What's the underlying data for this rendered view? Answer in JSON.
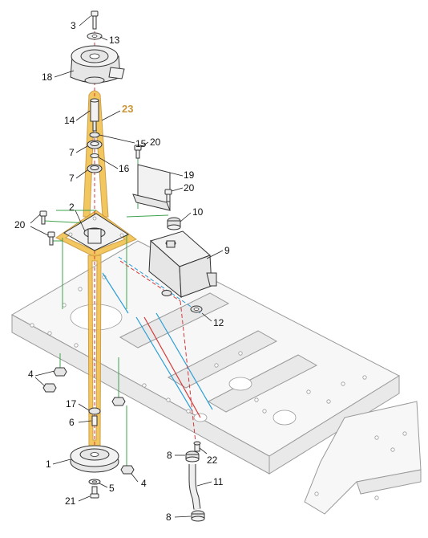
{
  "highlight_color": "#f2c14e",
  "highlight_label_color": "#c9963a",
  "line_colors": {
    "green": "#3fa34d",
    "blue": "#2a9fd6",
    "red": "#d63a3a"
  },
  "callouts": {
    "c3": "3",
    "c13": "13",
    "c18": "18",
    "c23": "23",
    "c14": "14",
    "c15": "15",
    "c7a": "7",
    "c16": "16",
    "c7b": "7",
    "c20a": "20",
    "c19": "19",
    "c20b": "20",
    "c10": "10",
    "c2": "2",
    "c20c": "20",
    "c9": "9",
    "c12": "12",
    "c4a": "4",
    "c17": "17",
    "c6": "6",
    "c1": "1",
    "c5": "5",
    "c4b": "4",
    "c21": "21",
    "c8a": "8",
    "c22": "22",
    "c11": "11",
    "c8b": "8"
  }
}
